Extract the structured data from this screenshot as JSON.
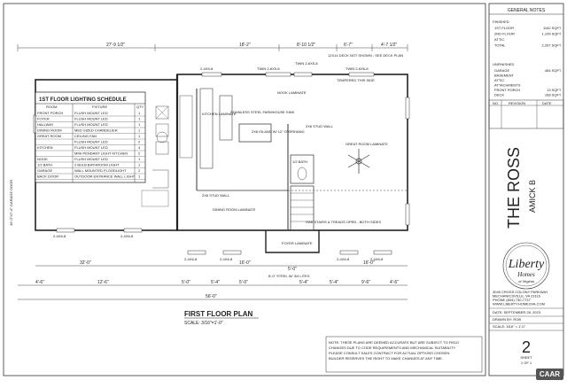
{
  "plan": {
    "title": "FIRST FLOOR PLAN",
    "scale": "SCALE: 3/16\"=1'-0\"",
    "overall_width": "56'-0\"",
    "top_dims": [
      "27'-9 1/2\"",
      "18'-2\"",
      "8'-10 1/2\"",
      "6'-7\"",
      "4'-7 1/2\""
    ],
    "bottom_dims_a": [
      "32'-0\"",
      "16'-0\"",
      "5'-0\"",
      "16'-0\""
    ],
    "bottom_dims_b": [
      "4'-6\"",
      "12'-6\"",
      "5'-0\"",
      "5'-4\"",
      "5'-0\"",
      "5'-4\"",
      "5'-4\"",
      "9'-6\"",
      "4'-6\""
    ],
    "windows_top": [
      "2-4X6-8",
      "TWIN 2-6X5-8",
      "TWIN 2-6X5-8",
      "TWIN 2-6X6-8"
    ],
    "windows_bottom": [
      "2-4X6-8",
      "2-4X6-8",
      "2-4X6-8",
      "2-4X6-8",
      "2-4X6-8",
      "2-4X6-8"
    ],
    "notes": {
      "deck": "12X14 DECK NOT SHOWN - SEE DECK PLAN",
      "tempered": "TEMPERED THIS SIDE",
      "sink": "STAINLESS STEEL FARMHOUSE SINK",
      "island": "2X6 ISLAND W/ 12\" OVERHANG",
      "stud_wall": "2X6 STUD WALL",
      "stud_wall_2": "2X6 STUD WALL",
      "stairs": "OAK STAIRS & TREADS OPEN - BOTH SIDES",
      "garage_door": "16'-0\"X7'-0\" GARAGE DOOR",
      "porch": "8'-0\" STEEL W/ 3/4 LITES"
    },
    "rooms": {
      "nook": "NOOK LAMINATE",
      "kitchen": "KITCHEN LAMINATE",
      "great_room": "GREAT ROOM LAMINATE",
      "dining": "DINING ROOM LAMINATE",
      "foyer": "FOYER LAMINATE",
      "bath": "1/2 BATH"
    }
  },
  "lighting_schedule": {
    "title": "1ST FLOOR LIGHTING SCHEDULE",
    "headers": [
      "ROOM",
      "FIXTURE",
      "QTY"
    ],
    "rows": [
      [
        "FRONT PORCH",
        "FLUSH MOUNT LED",
        "1"
      ],
      [
        "FOYER",
        "FLUSH MOUNT LED",
        "1"
      ],
      [
        "HALLWAY",
        "FLUSH MOUNT LED",
        "1"
      ],
      [
        "DINING ROOM",
        "MED SIZED CHANDELIER",
        "1"
      ],
      [
        "GREAT ROOM",
        "CEILING FAN",
        "1"
      ],
      [
        "",
        "FLUSH MOUNT LED",
        "2"
      ],
      [
        "KITCHEN",
        "FLUSH MOUNT LED",
        "4"
      ],
      [
        "",
        "MINI PENDANT LIGHT KITCHEN",
        "2"
      ],
      [
        "NOOK",
        "FLUSH MOUNT LED",
        "1"
      ],
      [
        "1/2 BATH",
        "2 BULB BATHROOM LIGHT",
        "1"
      ],
      [
        "GARAGE",
        "WALL MOUNTED FLOODLIGHT",
        "2"
      ],
      [
        "BACK DOOR",
        "OUTDOOR ENTRANCE WALL LIGHT",
        "1"
      ]
    ]
  },
  "general_notes": {
    "title": "GENERAL NOTES",
    "finished_label": "FINISHED",
    "finished": [
      [
        "1ST FLOOR",
        "1162 SQFT."
      ],
      [
        "2ND FLOOR",
        "1,105 SQFT."
      ],
      [
        "ATTIC",
        ""
      ],
      [
        "TOTAL",
        "2,267 SQFT."
      ]
    ],
    "unfinished_label": "UNFINISHED",
    "unfinished": [
      [
        "GARAGE",
        "484 SQFT."
      ],
      [
        "BASEMENT",
        ""
      ],
      [
        "ATTIC",
        ""
      ],
      [
        "ATTACHMENTS",
        ""
      ],
      [
        "FRONT PORCH",
        "13 SQFT."
      ],
      [
        "DECK",
        "168 SQFT."
      ]
    ],
    "rev_headers": [
      "NO.",
      "REVISION",
      "DATE"
    ]
  },
  "title_block": {
    "house": "THE ROSS",
    "subtitle": "AMICK B",
    "brand_main": "Liberty",
    "brand_sub": "Homes",
    "brand_tag": "of Virginia",
    "address": [
      "3045 CROSS COLONY PARKWAY",
      "MECHANICSVILLE, VA 23116",
      "PHONE (804) 730-7737",
      "WWW.LIBERTYHOMESVA.COM"
    ],
    "date": "DATE: SEPTEMBER 28, 2023",
    "drawn": "DRAWN BY: ROB",
    "scale": "SCALE: 3/16\" = 1'-0\"",
    "sheet_no": "2",
    "sheet_label": "SHEET",
    "sheet_of": "1 OF 1"
  },
  "disclaimer": "NOTE: THESE PLANS ARE DEEMED ACCURATE BUT ARE SUBJECT TO FIELD CHANGES DUE TO CODE REQUIREMENTS AND MECHANICAL SUITABILITY. PLEASE CONSULT SALES CONTRACT FOR ACTUAL OPTIONS CHOSEN. BUILDER RESERVES THE RIGHT TO MAKE CHANGES AT ANY TIME.",
  "badge": "CAAR"
}
